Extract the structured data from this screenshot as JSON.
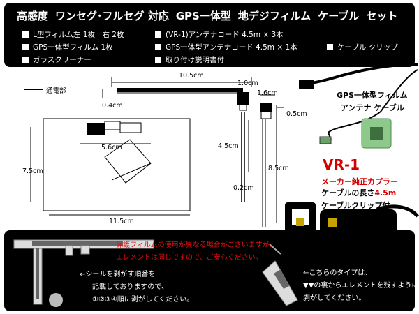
{
  "header": {
    "title_parts": [
      "高感度",
      "ワンセグ･フルセグ 対応",
      "GPS一体型",
      "地デジフィルム",
      "ケーブル",
      "セット"
    ],
    "specs": [
      "L型フィルム左 1枚　右 2枚",
      "(VR-1)アンテナコード 4.5m × 3本",
      "GPS一体型フィルム 1枚",
      "GPS一体型アンテナコード 4.5m × 1本",
      "ケーブル クリップ",
      "ガラスクリーナー",
      "取り付け説明書付"
    ]
  },
  "diagram": {
    "legend_label": "通電部",
    "dims": {
      "d_10_5": "10.5cm",
      "d_1_0": "1.0cm",
      "d_0_4": "0.4cm",
      "d_1_6": "1.6cm",
      "d_0_5": "0.5cm",
      "d_5_6": "5.6cm",
      "d_7_5": "7.5cm",
      "d_4_5": "4.5cm",
      "d_8_5": "8.5cm",
      "d_0_2": "0.2cm",
      "d_11_5": "11.5cm"
    }
  },
  "product": {
    "gps_film_label": "GPS一体型フィルム",
    "antenna_cable_label": "アンテナ ケーブル",
    "vr1_label": "VR-1",
    "maker_coupler": "メーカー純正カプラー",
    "cable_length_prefix": "ケーブルの長さ",
    "cable_length_value": "4.5m",
    "clip_included": "ケーブルクリップ付"
  },
  "bottom": {
    "note_line1": "保護フィルムの使用が異なる場合がございますが、",
    "note_line2": "エレメントは同じですので、ご安心ください。",
    "seal_label": "←シールを剥がす順番を",
    "instr_line1": "記載しておりますので、",
    "instr_line2": "①②③④順に剥がしてください。",
    "type_line1": "←こちらのタイプは、",
    "type_line2": "▼▼の裏からエレメントを残すように",
    "type_line3": "剥がしてください。"
  },
  "colors": {
    "red": "#d40000",
    "connector_green": "#8cc98a"
  }
}
